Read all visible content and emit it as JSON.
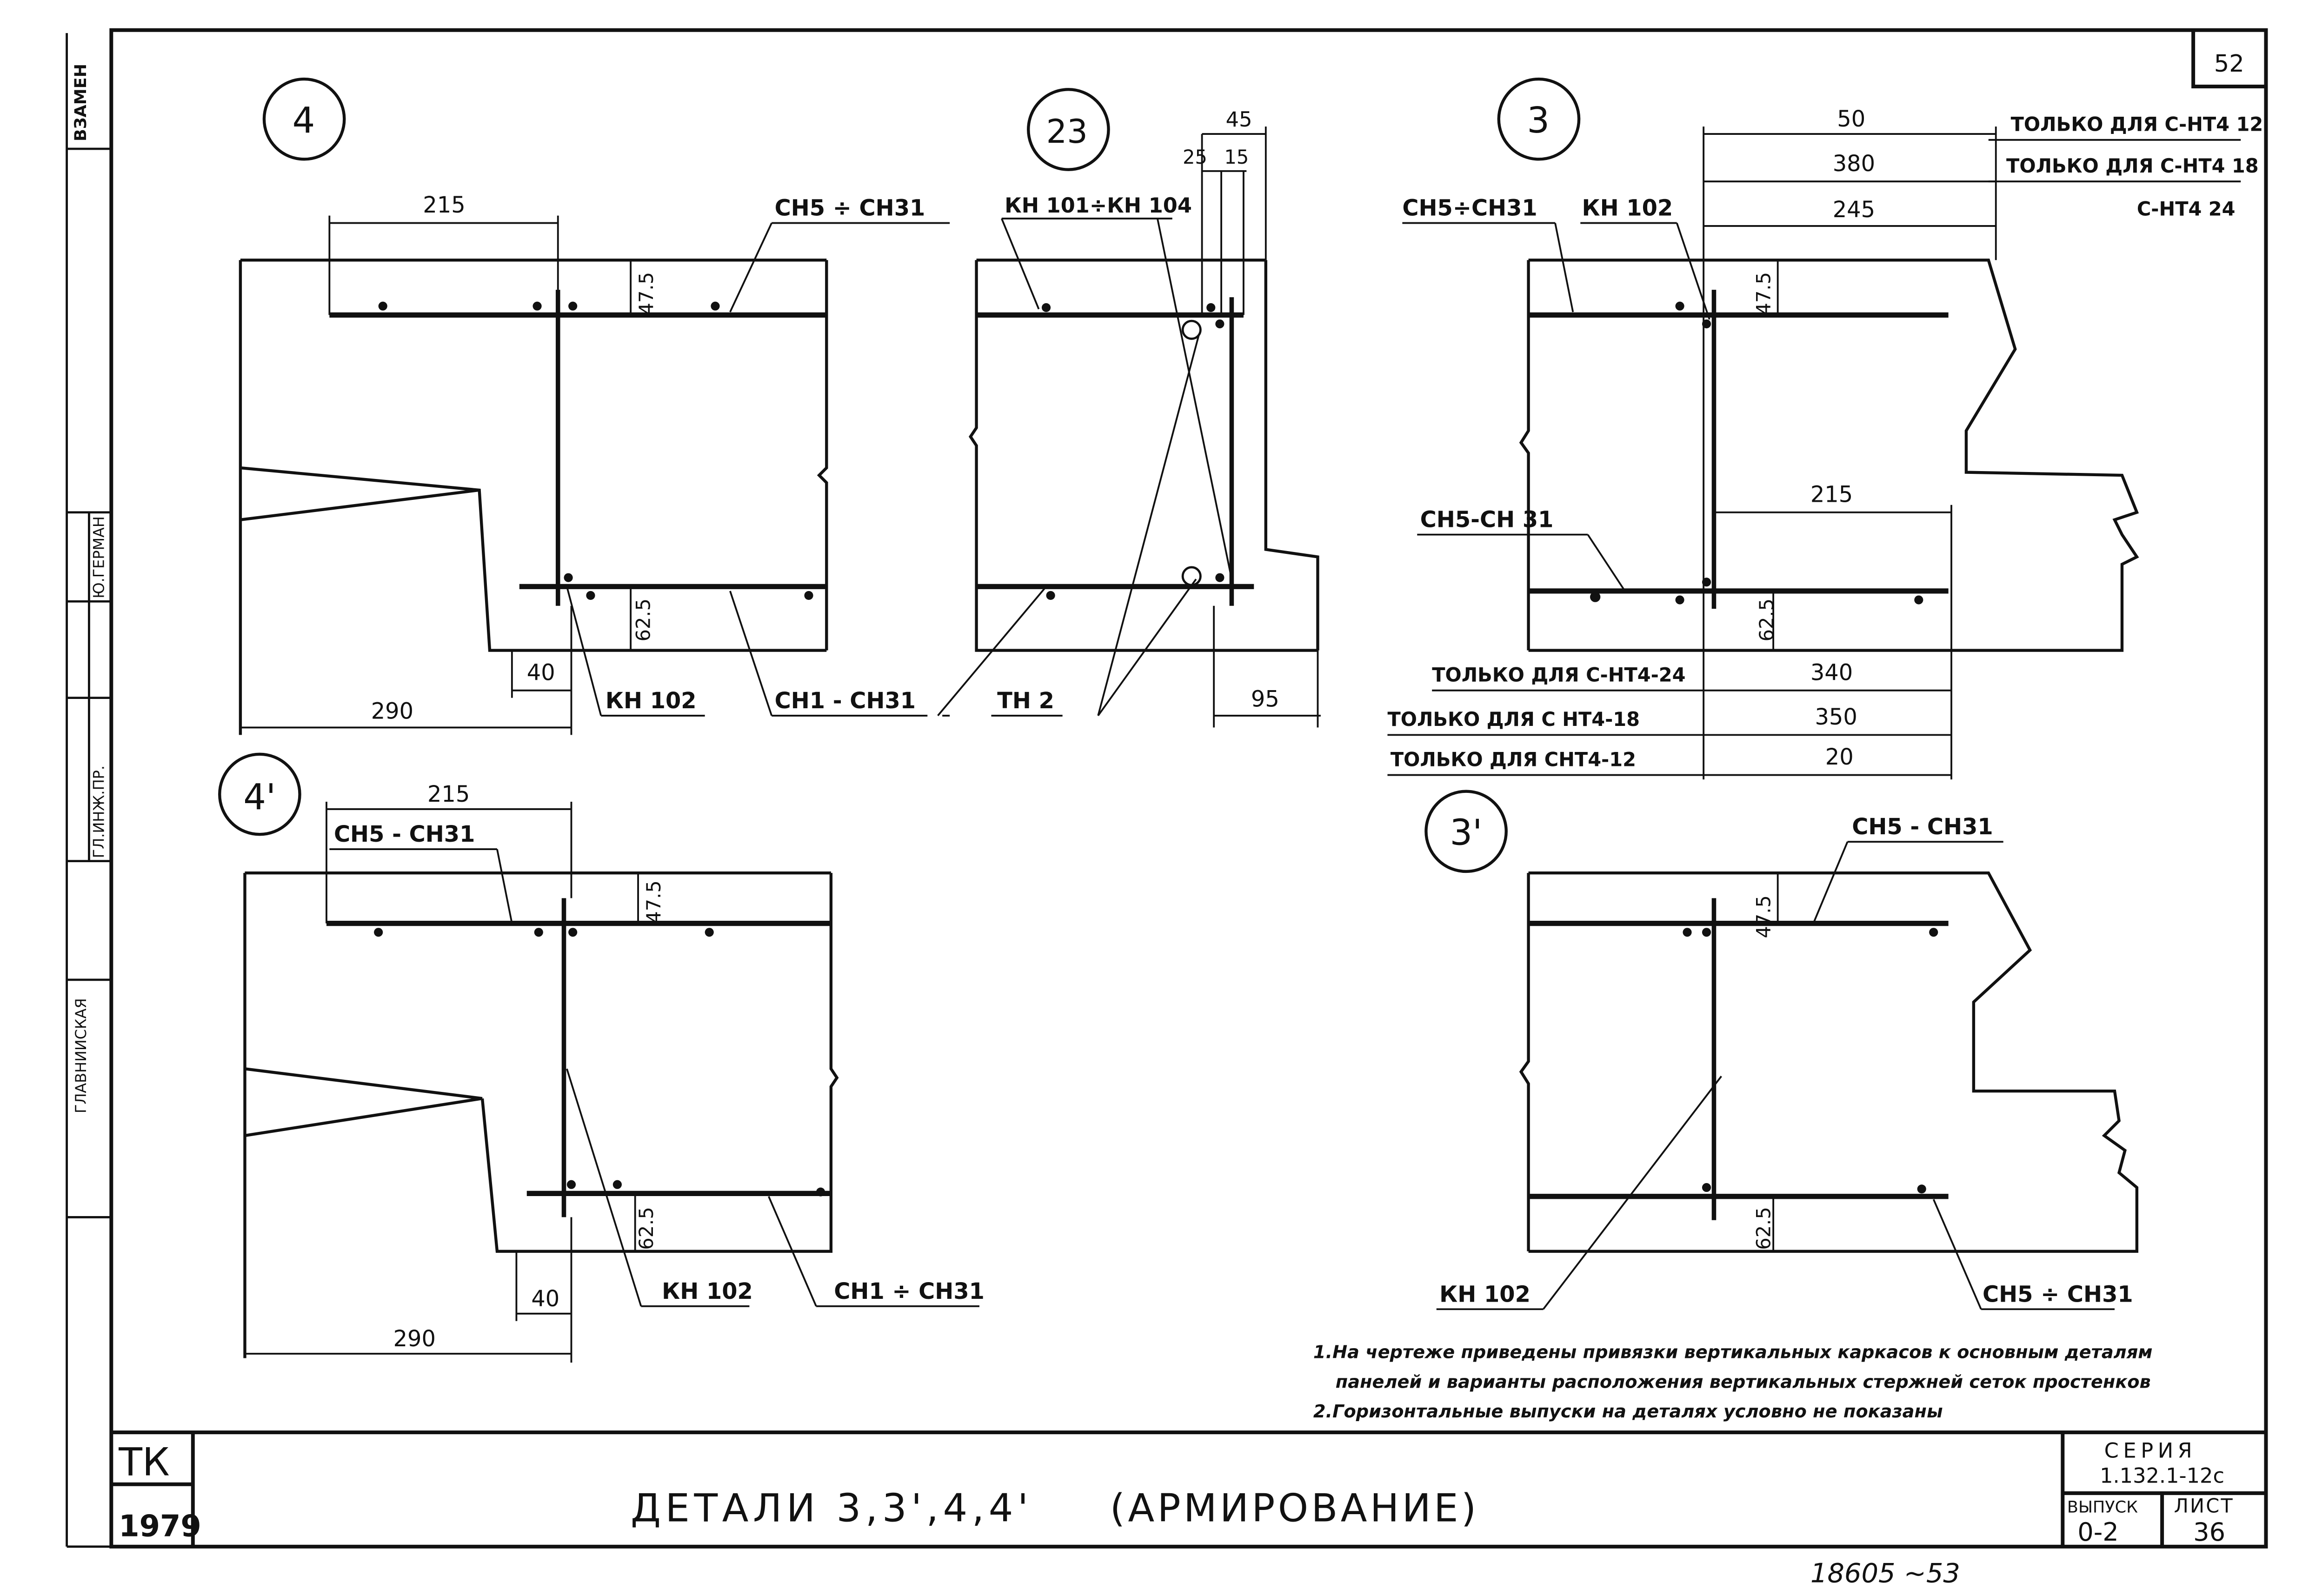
{
  "sheet": {
    "page_number": "52",
    "left_strip_text": [
      "ВЗАМЕН",
      "Ю.ГЕРМАН",
      "ГЛ.ИНЖ.ПР.",
      "ГЛАВНИИСКАЯ"
    ],
    "handwritten_number": "18605 ~53"
  },
  "details": {
    "d4": {
      "label": "4",
      "dims": [
        "215",
        "47.5",
        "62.5",
        "40",
        "290"
      ],
      "callouts": [
        "СН5 ÷ СН31",
        "КН 102",
        "СН1 - СН31"
      ]
    },
    "d23": {
      "label": "23",
      "dims": [
        "45",
        "25",
        "15",
        "95"
      ],
      "callouts": [
        "КН 101÷КН 104",
        "ТН 2"
      ]
    },
    "d3": {
      "label": "3",
      "dims": [
        "50",
        "380",
        "245",
        "47.5",
        "215",
        "62.5",
        "340",
        "350",
        "20"
      ],
      "callouts": [
        "СН5÷СН31",
        "КН 102",
        "СН5-СН 31"
      ],
      "notes_top": [
        "ТОЛЬКО ДЛЯ С-НТ4 12",
        "ТОЛЬКО ДЛЯ С-НТ4 18",
        "С-НТ4 24"
      ],
      "notes_bottom": [
        "ТОЛЬКО ДЛЯ С-НТ4-24",
        "ТОЛЬКО ДЛЯ С НТ4-18",
        "ТОЛЬКО ДЛЯ СНТ4-12"
      ]
    },
    "d4p": {
      "label": "4'",
      "dims": [
        "215",
        "47.5",
        "62.5",
        "40",
        "290"
      ],
      "callouts": [
        "СН5 - СН31",
        "КН 102",
        "СН1 ÷ СН31"
      ]
    },
    "d3p": {
      "label": "3'",
      "dims": [
        "47.5",
        "62.5"
      ],
      "callouts": [
        "СН5 - СН31",
        "КН 102",
        "СН5 ÷ СН31"
      ]
    }
  },
  "notes": [
    "1.На чертеже приведены привязки вертикальных каркасов к основным деталям",
    "панелей и варианты расположения вертикальных стержней сеток простенков",
    "2.Горизонтальные выпуски на деталях условно не показаны"
  ],
  "title_block": {
    "org": "ТК",
    "year": "1979",
    "title": "ДЕТАЛИ 3,3',4,4'",
    "subtitle": "(АРМИРОВАНИЕ)",
    "series_label": "СЕРИЯ",
    "series_value": "1.132.1-12с",
    "issue_label": "ВЫПУСК",
    "issue_value": "0-2",
    "sheet_label": "ЛИСТ",
    "sheet_value": "36"
  }
}
